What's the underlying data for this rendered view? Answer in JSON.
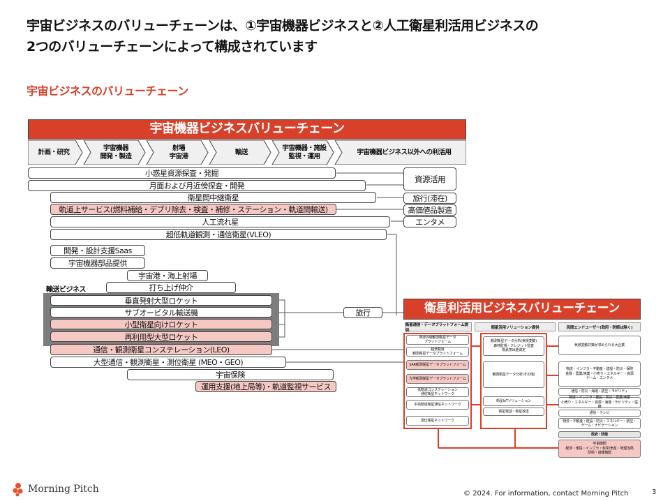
{
  "page": {
    "title_line1": "宇宙ビジネスのバリューチェーンは、①宇宙機器ビジネスと②人工衛星利活用ビジネスの",
    "title_line2": "2つのバリューチェーンによって構成されています",
    "subtitle": "宇宙ビジネスのバリューチェーン"
  },
  "equipment_chain": {
    "title": "宇宙機器ビジネスバリューチェーン",
    "stages": [
      "計画・研究",
      "宇宙機器\n開発・製造",
      "射場\n宇宙港",
      "輸送",
      "宇宙機器・施設\n監視・運用",
      "宇宙機器ビジネス以外への利活用"
    ],
    "rows": [
      "小惑星資源探査・発掘",
      "月面および月近傍探査・開発",
      "衛星間中継衛星",
      "軌道上サービス(燃料補給・デブリ除去・検査・補修・ステーション・軌道間輸送)",
      "人工流れ星",
      "超低軌道観測・通信衛星(VLEO)",
      "開発・設計支援Saas",
      "宇宙機器部品提供",
      "宇宙港・海上射場",
      "打ち上げ仲介",
      "垂直発射大型ロケット",
      "サブオービタル輸送機",
      "小型衛星向けロケット",
      "再利用型大型ロケット",
      "通信・観測衛星コンステレーション(LEO)",
      "大型通信・観測衛星・測位衛星 (MEO・GEO)",
      "宇宙保険",
      "運用支援(地上局等)・軌道監視サービス"
    ],
    "transport_label": "輸送ビジネス",
    "uses": [
      "資源活用",
      "旅行(滞在)",
      "高価値品製造",
      "エンタメ",
      "旅行"
    ]
  },
  "satellite_chain": {
    "title": "衛星利活用ビジネスバリューチェーン",
    "columns": [
      "衛星通信・データプラットフォーム提供",
      "衛星活用ソリューション提供",
      "民間エンドユーザー(政府・防衛は除く)"
    ],
    "platforms": [
      "熱赤外線観測衛星データ\nプラットフォーム",
      "超低軌道\n観測衛星データプラットフォーム",
      "SAR観測衛星データプラットフォーム",
      "光学観測衛星データプラットフォーム",
      "低軌道コンステレーション\n通信衛星ネットワーク",
      "中高軌道衛星通信ネットワーク",
      "測位衛星ネットワーク"
    ],
    "solutions": [
      "観測衛星データ分析(気候変動)\n森林監視・クレジット監査\n炭素排出量測定",
      "観測衛星データ分析(その他)",
      "衛星IoTソリューション",
      "衛星電話・衛星放送"
    ],
    "end_users": [
      "気候変動対策が求められる大企業",
      "物流・インフラ・不動産・建設・防災・保険\n金融・農業/漁業・小売り・エネルギー・資源\nゲーム・エンタメ",
      "通信・防災・海運・航空・モビリティ",
      "物流・インフラ・建設・防災・農業/漁業\n小売り・エネルギー・資源・海運・モビリティ・医療",
      "通信・テレビ",
      "物流・不動産・建設・防災・エネルギー・航空・\nゲーム・ナビゲーション"
    ],
    "gov_label": "政府・防衛",
    "gov_box": "宇宙機関\n経済・環境・インフラ・科学/気象・地理当局\n防衛・諜報機関"
  },
  "footer": {
    "brand": "Morning Pitch",
    "copyright": "© 2024. For information, contact Morning Pitch",
    "page_number": "3"
  },
  "colors": {
    "accent": "#d8402a",
    "pink": "#f6c8c4",
    "frame": "#e13b26"
  }
}
